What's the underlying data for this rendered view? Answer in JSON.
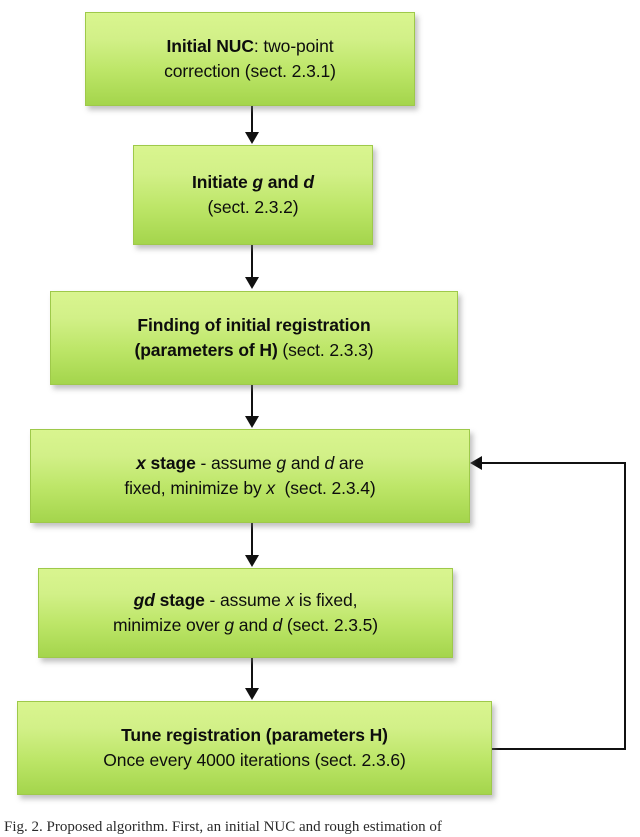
{
  "figure": {
    "title": "Proposed algorithm flowchart",
    "caption": "Fig. 2. Proposed algorithm. First, an initial NUC and rough estimation of",
    "colors": {
      "box_fill_top": "#d9f58f",
      "box_fill_bottom": "#a4d54c",
      "box_border": "#9ec94a",
      "connector": "#111111",
      "background": "#ffffff",
      "text": "#0d0d0d"
    }
  },
  "nodes": [
    {
      "id": "initial-nuc",
      "step": 1,
      "section": "2.3.1",
      "line1_bold": "Initial NUC",
      "line1_rest": ": two-point",
      "line2": "correction (sect. 2.3.1)",
      "plain_text": "Initial NUC: two-point correction (sect. 2.3.1)"
    },
    {
      "id": "initiate-g-d",
      "step": 2,
      "section": "2.3.2",
      "line1_bold": "Initiate g and d",
      "line2": "(sect. 2.3.2)",
      "plain_text": "Initiate g and d (sect. 2.3.2)"
    },
    {
      "id": "initial-registration",
      "step": 3,
      "section": "2.3.3",
      "line1_bold": "Finding of initial registration",
      "line2_bold": "(parameters of H)",
      "line2_rest": " (sect. 2.3.3)",
      "plain_text": "Finding of initial registration (parameters of H) (sect. 2.3.3)"
    },
    {
      "id": "x-stage",
      "step": 4,
      "section": "2.3.4",
      "label_bold": "x stage",
      "line1_rest": " - assume g and d are",
      "line2": "fixed, minimize by x  (sect. 2.3.4)",
      "plain_text": "x stage - assume g and d are fixed, minimize by x (sect. 2.3.4)"
    },
    {
      "id": "gd-stage",
      "step": 5,
      "section": "2.3.5",
      "label_bold": "gd stage",
      "line1_rest": " - assume x is fixed,",
      "line2": "minimize over g and d (sect. 2.3.5)",
      "plain_text": "gd stage - assume x is fixed, minimize over g and d (sect. 2.3.5)"
    },
    {
      "id": "tune-registration",
      "step": 6,
      "section": "2.3.6",
      "line1_bold": "Tune registration (parameters H)",
      "line2": "Once every 4000 iterations (sect. 2.3.6)",
      "plain_text": "Tune registration (parameters H) Once every 4000 iterations (sect. 2.3.6)"
    }
  ],
  "connectors": [
    {
      "id": "c12",
      "from": "initial-nuc",
      "to": "initiate-g-d",
      "kind": "arrow-down"
    },
    {
      "id": "c23",
      "from": "initiate-g-d",
      "to": "initial-registration",
      "kind": "arrow-down"
    },
    {
      "id": "c34",
      "from": "initial-registration",
      "to": "x-stage",
      "kind": "arrow-down"
    },
    {
      "id": "c45",
      "from": "x-stage",
      "to": "gd-stage",
      "kind": "arrow-down"
    },
    {
      "id": "c56",
      "from": "gd-stage",
      "to": "tune-registration",
      "kind": "arrow-down"
    },
    {
      "id": "feedback",
      "from": "tune-registration",
      "to": "x-stage",
      "kind": "feedback-loop-right"
    }
  ]
}
